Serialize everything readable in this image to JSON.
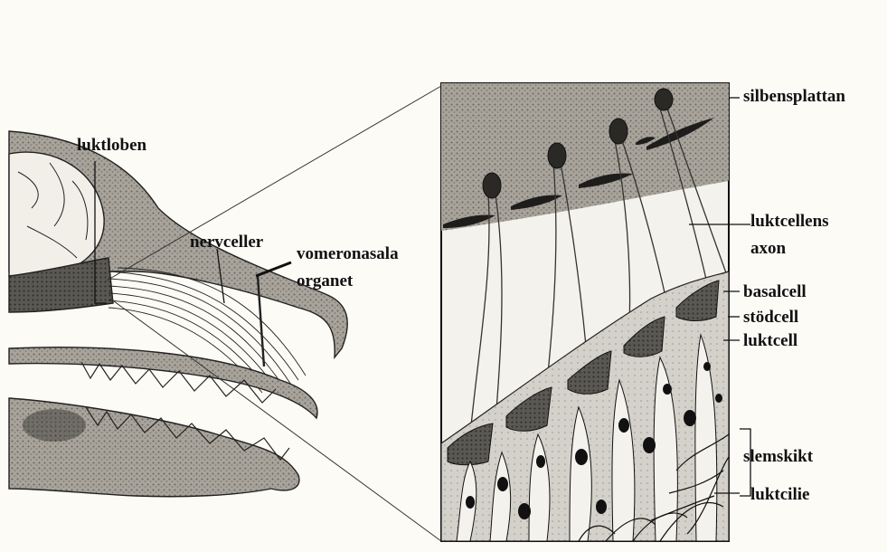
{
  "labels": {
    "olfactory_bulb": "luktloben",
    "nerve_cells": "nervceller",
    "vomeronasal_line1": "vomeronasala",
    "vomeronasal_line2": "organet",
    "cribriform_plate": "silbensplattan",
    "receptor_axon_line1": "luktcellens",
    "receptor_axon_line2": "axon",
    "basal_cell": "basalcell",
    "support_cell": "stödcell",
    "receptor_cell": "luktcell",
    "mucus_layer": "slemskikt",
    "olfactory_cilia": "luktcilie"
  }
}
